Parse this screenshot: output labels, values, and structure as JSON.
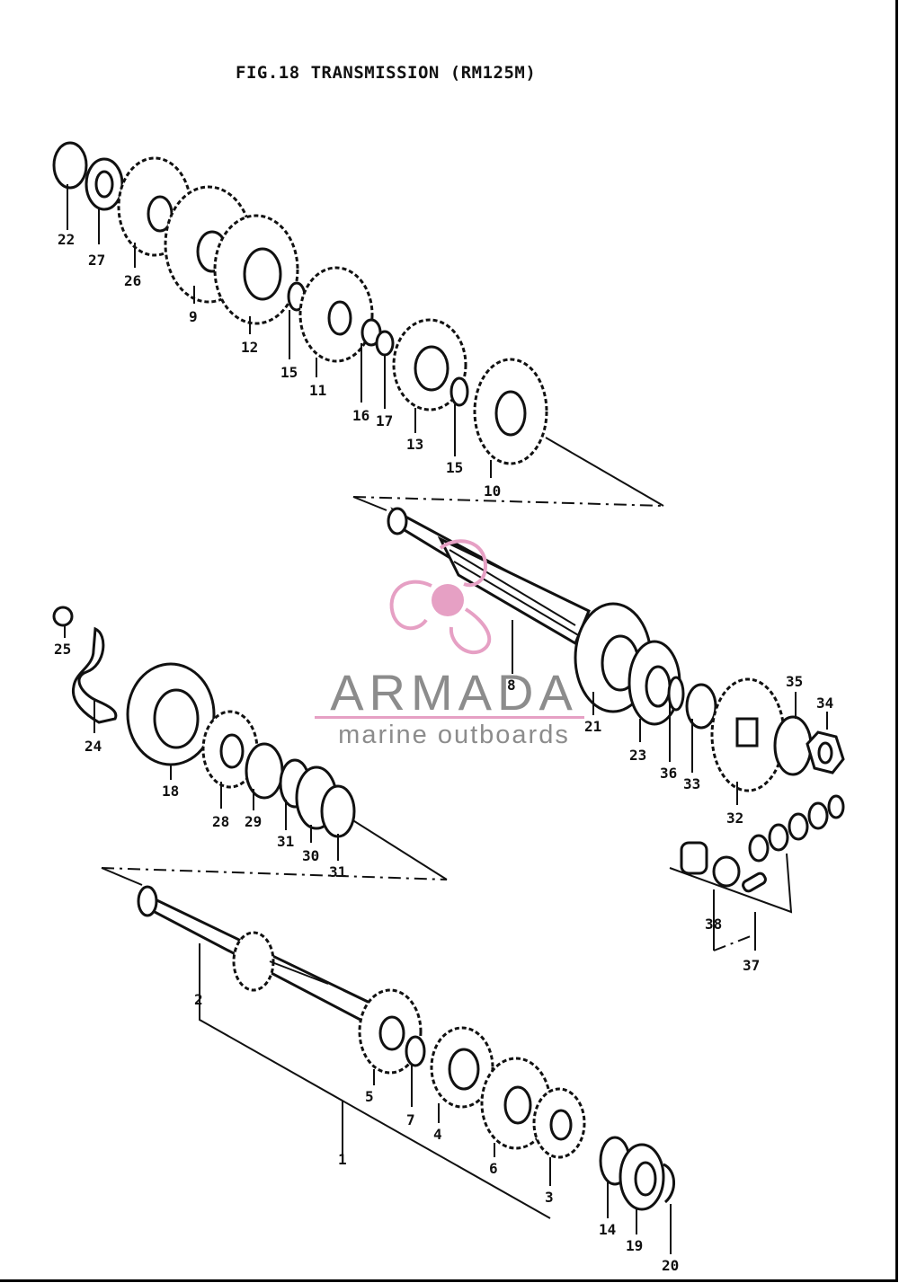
{
  "figure": {
    "title": "FIG.18 TRANSMISSION (RM125M)"
  },
  "watermark": {
    "name": "ARMADA",
    "tagline": "marine outboards",
    "name_color": "#8c8c8c",
    "accent_color": "#e6a0c4"
  },
  "callouts": {
    "c1": "1",
    "c2": "2",
    "c3": "3",
    "c4": "4",
    "c5": "5",
    "c6": "6",
    "c7": "7",
    "c8": "8",
    "c9": "9",
    "c10": "10",
    "c11": "11",
    "c12": "12",
    "c13": "13",
    "c14": "14",
    "c15a": "15",
    "c15b": "15",
    "c16": "16",
    "c17": "17",
    "c18": "18",
    "c19": "19",
    "c20": "20",
    "c21": "21",
    "c22": "22",
    "c23": "23",
    "c24": "24",
    "c25": "25",
    "c26": "26",
    "c27": "27",
    "c28": "28",
    "c29": "29",
    "c30": "30",
    "c31a": "31",
    "c31b": "31",
    "c32": "32",
    "c33": "33",
    "c34": "34",
    "c35": "35",
    "c36": "36",
    "c37": "37",
    "c38": "38"
  }
}
